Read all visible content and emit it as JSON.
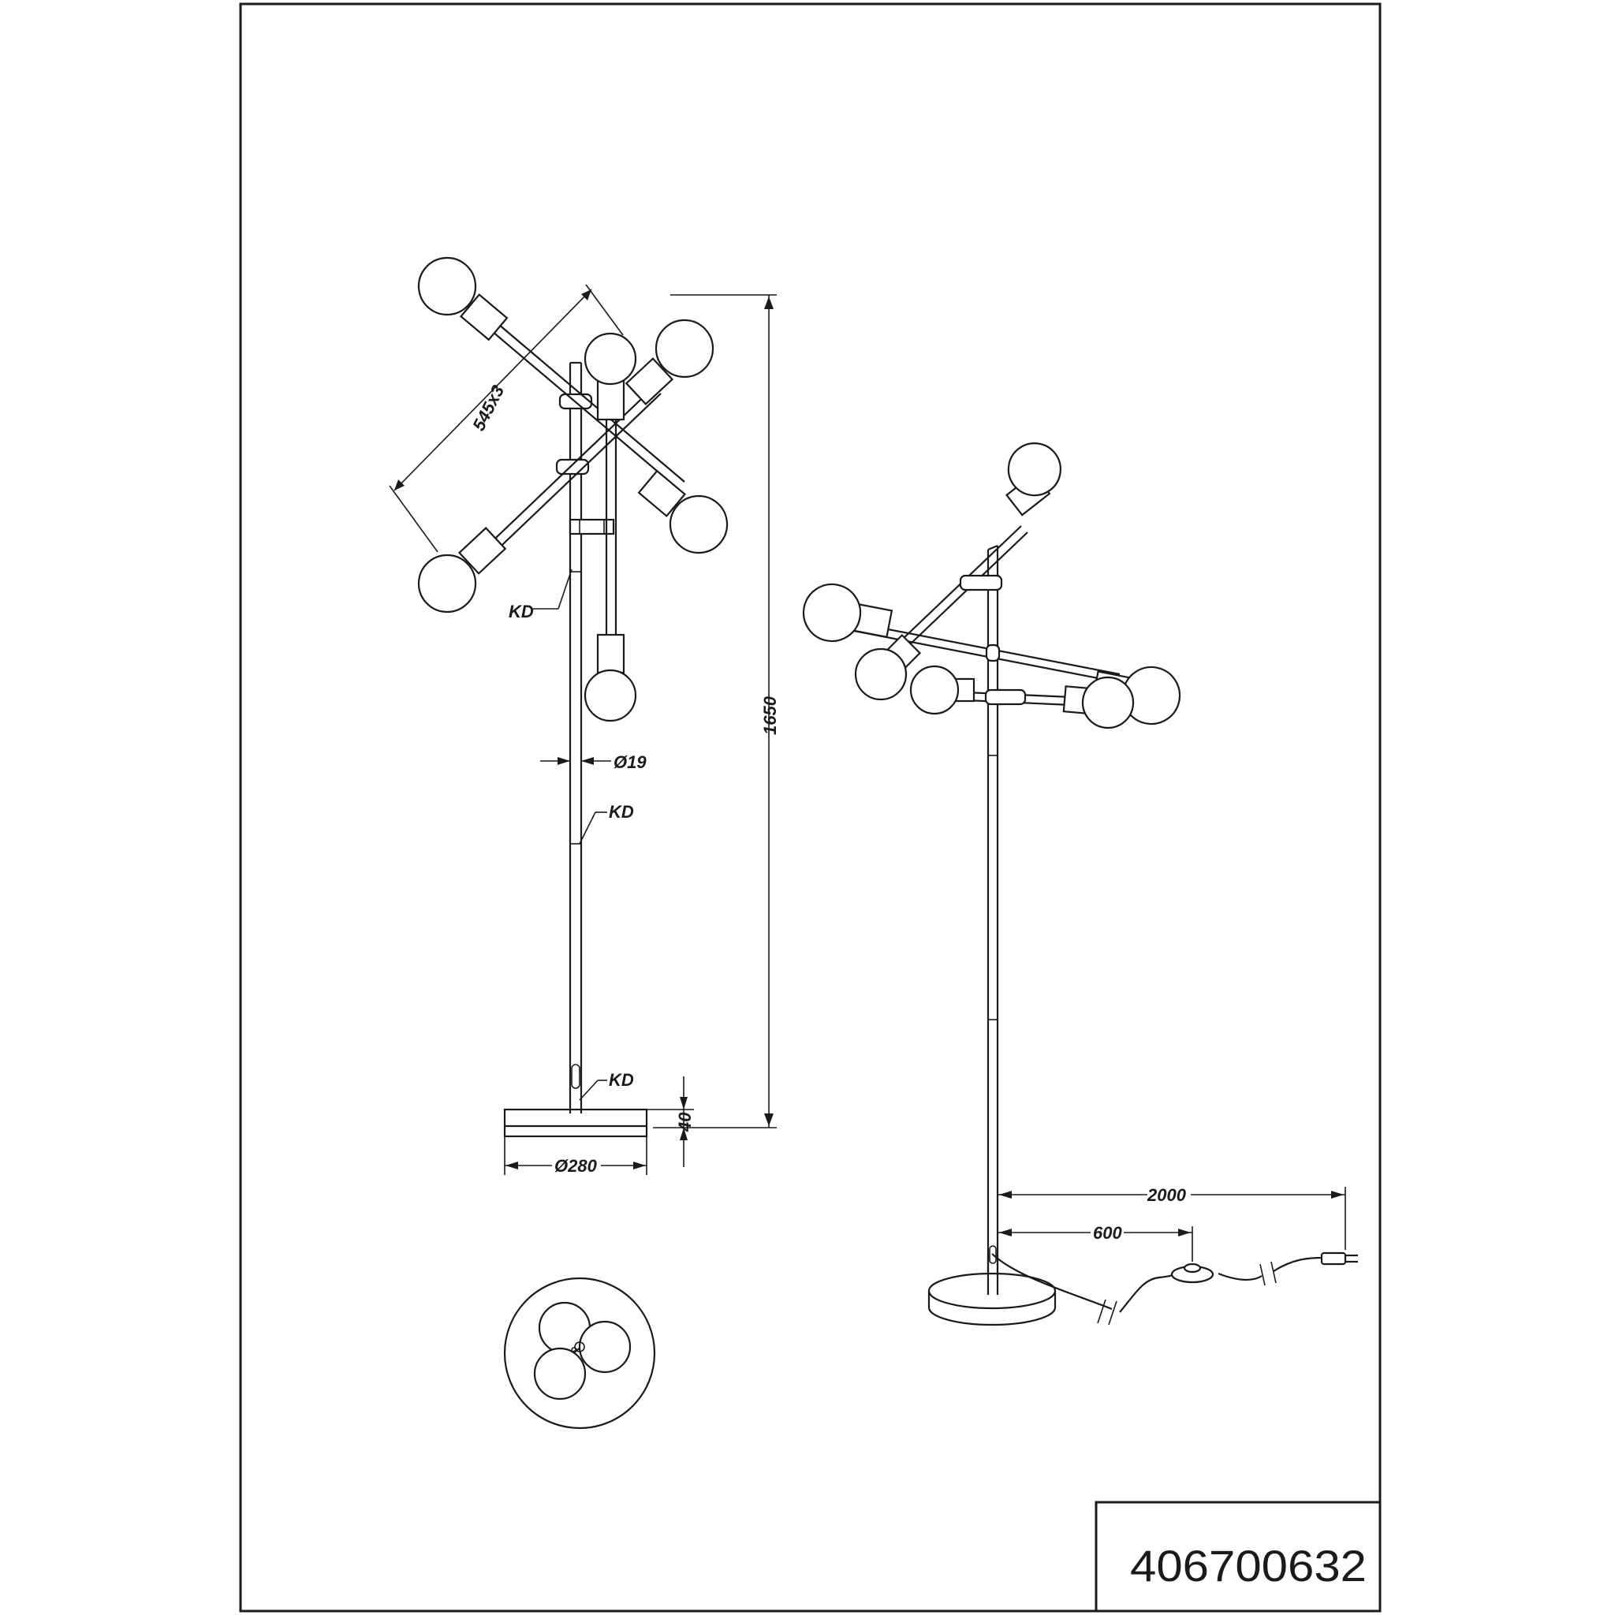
{
  "drawing": {
    "part_number": "406700632",
    "dimensions": {
      "arm_length": "545x3",
      "height": "1650",
      "tube_diameter": "Ø19",
      "base_diameter": "Ø280",
      "base_height": "40",
      "cable_length": "2000",
      "switch_distance": "600"
    },
    "joint_labels": [
      "KD",
      "KD",
      "KD"
    ]
  }
}
